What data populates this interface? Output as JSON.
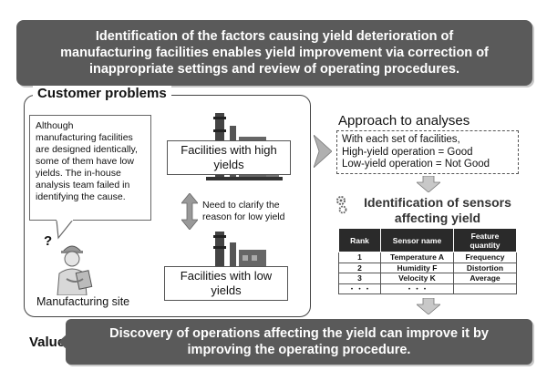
{
  "banner": {
    "line1": "Identification of the factors causing yield deterioration of",
    "line2": "manufacturing facilities enables yield improvement via correction of",
    "line3": "inappropriate settings and review of operating procedures."
  },
  "customer_problems": {
    "title": "Customer problems",
    "bubble_lines": [
      "Although",
      "manufacturing facilities",
      "are designed identically,",
      "some of them have low",
      "yields. The in-house",
      "analysis team failed in",
      "identifying the cause."
    ],
    "question_mark": "?",
    "site_label": "Manufacturing site",
    "high_label_line1": "Facilities with high",
    "high_label_line2": "yields",
    "low_label_line1": "Facilities with low",
    "low_label_line2": "yields",
    "clarify_line1": "Need to clarify the",
    "clarify_line2": "reason for low yield"
  },
  "approach": {
    "title": "Approach to analyses",
    "lines": [
      "With each set of facilities,",
      "High-yield operation = Good",
      "Low-yield operation = Not Good"
    ]
  },
  "identification": {
    "title_line1": "Identification of sensors",
    "title_line2": "affecting yield",
    "headers": [
      "Rank",
      "Sensor name",
      "Feature quantity"
    ],
    "rows": [
      [
        "1",
        "Temperature A",
        "Frequency"
      ],
      [
        "2",
        "Humidity F",
        "Distortion"
      ],
      [
        "3",
        "Velocity K",
        "Average"
      ],
      [
        "・・・",
        "・・・",
        ""
      ]
    ]
  },
  "value": {
    "label": "Value",
    "line1": "Discovery of operations affecting the yield can improve it by",
    "line2": "improving the operating procedure."
  },
  "icons": [
    "chevron-right-icon",
    "down-arrow-icon",
    "double-arrow-icon",
    "gear-icon",
    "factory-icon",
    "worker-icon"
  ],
  "colors": {
    "banner_bg": "#5a5a5a",
    "table_header_bg": "#2a2a2a"
  }
}
